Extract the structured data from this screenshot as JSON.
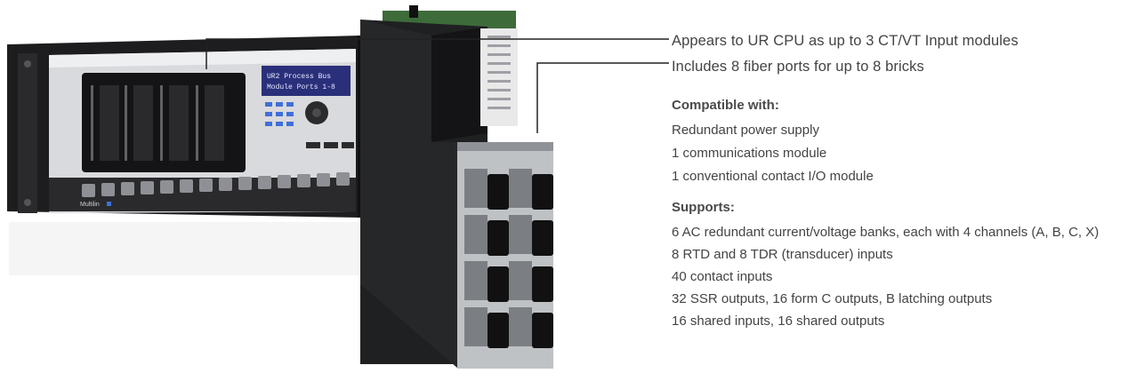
{
  "callouts": [
    "Appears to UR CPU as up to 3 CT/VT Input modules",
    "Includes 8 fiber ports for up to 8 bricks"
  ],
  "compatible": {
    "heading": "Compatible with:",
    "items": [
      "Redundant power supply",
      "1 communications module",
      "1 conventional contact I/O module"
    ]
  },
  "supports": {
    "heading": "Supports:",
    "items": [
      "6 AC redundant current/voltage banks, each with 4 channels (A, B, C, X)",
      "8 RTD and 8 TDR (transducer) inputs",
      "40 contact inputs",
      "32 SSR outputs, 16 form C outputs, B latching outputs",
      "16 shared inputs, 16 shared outputs"
    ]
  },
  "relay": {
    "brand": "Multilin",
    "display_lines": [
      "UR2 Process Bus",
      "Module Ports 1-8"
    ]
  },
  "colors": {
    "chassis": "#1d1d1f",
    "faceplate": "#d9dadd",
    "lcd": "#2a2f7a",
    "lcd_text": "#e8e8ff",
    "led_blue": "#3f6fd8",
    "module_body": "#1f2022",
    "fiber_bay": "#bfc2c5",
    "callout_line": "#222222"
  }
}
